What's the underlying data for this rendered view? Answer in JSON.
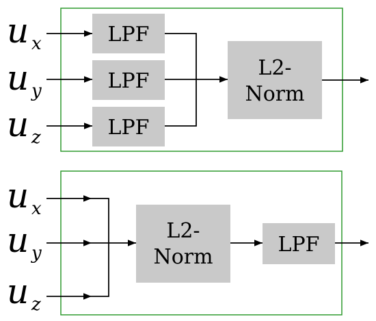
{
  "blocks": {
    "lpf_label": "LPF",
    "norm_line1": "L2-",
    "norm_line2": "Norm"
  },
  "inputs": [
    {
      "symbol": "u",
      "subscript": "x"
    },
    {
      "symbol": "u",
      "subscript": "y"
    },
    {
      "symbol": "u",
      "subscript": "z"
    }
  ],
  "colors": {
    "frame": "#2e9a2e",
    "block": "#c9c9c9",
    "line": "#000000"
  }
}
